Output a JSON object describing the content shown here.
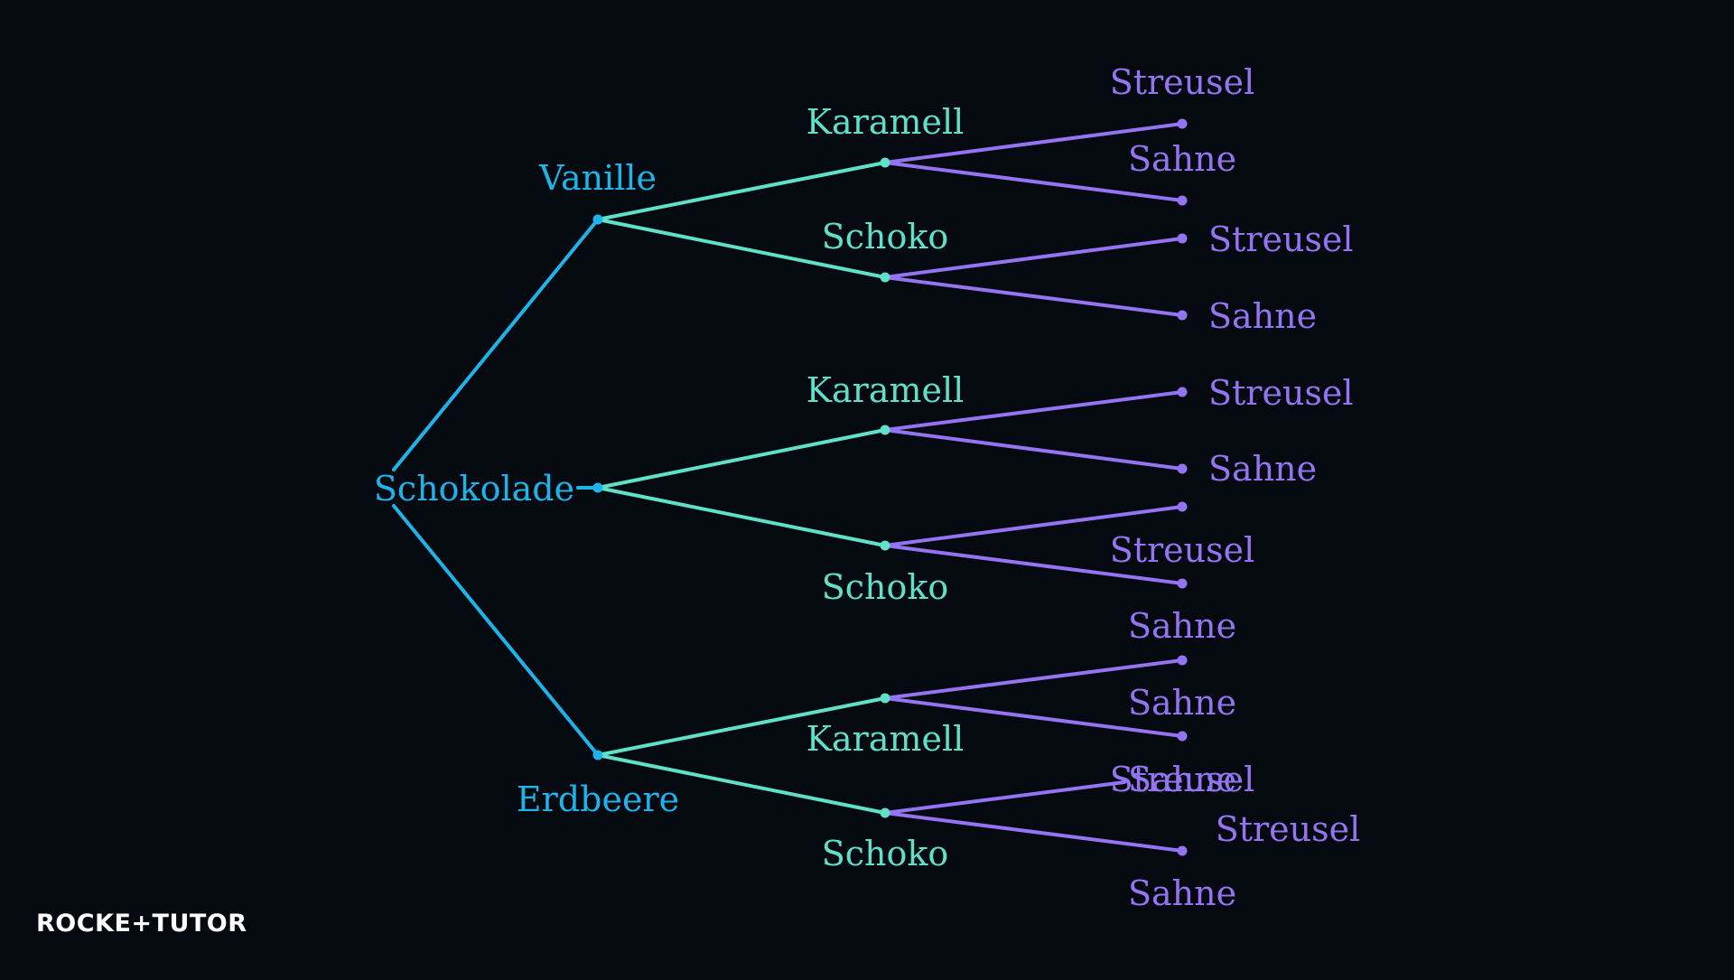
{
  "colors": {
    "background": "#050a10",
    "level1": "#1eb4ea",
    "level2": "#5fe0c8",
    "level3": "#9474f0"
  },
  "tree": {
    "root": "Schokolade",
    "children": [
      {
        "label": "Vanille",
        "children": [
          {
            "label": "Karamell",
            "children": [
              {
                "label": "Streusel"
              },
              {
                "label": "Sahne"
              }
            ]
          },
          {
            "label": "Schoko",
            "children": [
              {
                "label": "Streusel"
              },
              {
                "label": "Sahne"
              }
            ]
          }
        ]
      },
      {
        "label": "Schokolade",
        "children": [
          {
            "label": "Karamell",
            "children": [
              {
                "label": "Streusel"
              },
              {
                "label": "Sahne"
              }
            ]
          },
          {
            "label": "Schoko",
            "children": [
              {
                "label": "Streusel"
              },
              {
                "label": "Sahne"
              }
            ]
          }
        ]
      },
      {
        "label": "Erdbeere",
        "children": [
          {
            "label": "Karamell",
            "children": [
              {
                "label": "Sahne"
              },
              {
                "label": "Streusel"
              }
            ]
          },
          {
            "label": "Schoko",
            "children": [
              {
                "label": "Sahne"
              },
              {
                "label": "Streusel"
              }
            ]
          }
        ]
      }
    ]
  },
  "extra_labels": [
    "Sahne"
  ],
  "brand": {
    "logo_text": "ROCKE+TUTOR"
  }
}
